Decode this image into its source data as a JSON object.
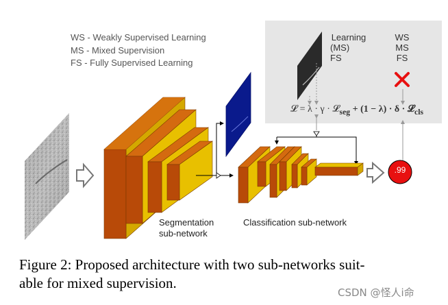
{
  "legend": {
    "ws": "WS - Weakly Supervised Learning",
    "ms": "MS - Mixed Supervision",
    "fs": "FS  - Fully Supervised Learning"
  },
  "panel": {
    "learning_line1": "Learning",
    "learning_line2": "(MS)",
    "learning_line3": "FS",
    "col2_line1": "WS",
    "col2_line2": "MS",
    "col2_line3": "FS"
  },
  "formula": {
    "lhs": "𝓛 = λ · γ · 𝓛",
    "seg_sub": "seg",
    "mid": " + (1 − λ) · δ · 𝓛",
    "cls_sub": "cls"
  },
  "labels": {
    "segmentation_line1": "Segmentation",
    "segmentation_line2": "sub-network",
    "classification": "Classification sub-network"
  },
  "output": {
    "score": ".99"
  },
  "caption": {
    "line1": "Figure 2: Proposed architecture with two sub-networks suit-",
    "line2": "able for mixed supervision."
  },
  "watermark": "CSDN @怪人i命",
  "colors": {
    "block_top": "#e8c000",
    "block_side": "#b84a08",
    "block_front": "#d47a00",
    "panel_bg": "#e6e6e6",
    "seg_output": "#0a1a8c",
    "score_circle": "#e81010",
    "cross": "#e81010"
  }
}
